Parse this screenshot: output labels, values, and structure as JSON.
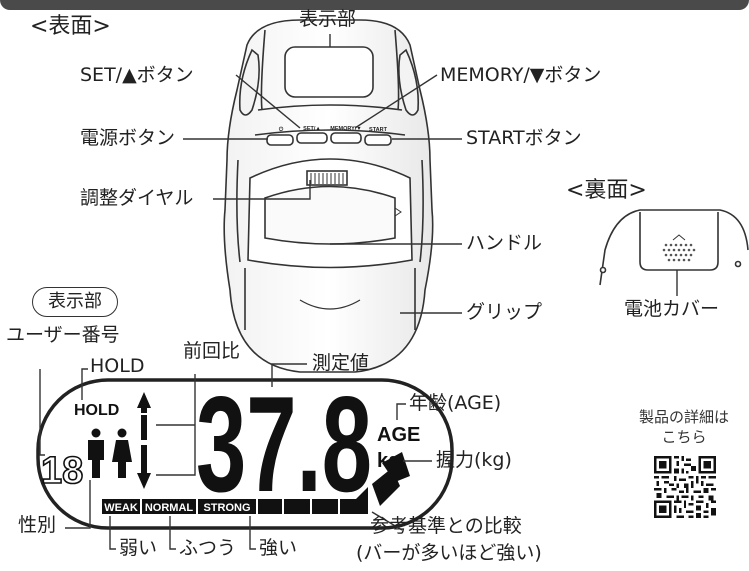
{
  "sections": {
    "front": "<表面>",
    "back": "<裏面>"
  },
  "labels": {
    "display": "表示部",
    "set_button": "SET/▲ボタン",
    "memory_button": "MEMORY/▼ボタン",
    "power_button": "電源ボタン",
    "start_button": "STARTボタン",
    "dial": "調整ダイヤル",
    "handle": "ハンドル",
    "grip": "グリップ",
    "battery_cover": "電池カバー",
    "display_badge": "表示部",
    "user_number": "ユーザー番号",
    "hold": "HOLD",
    "previous_ratio": "前回比",
    "measured_value": "測定値",
    "age": "年齢(AGE)",
    "grip_strength": "握力(kg)",
    "gender": "性別",
    "reference_line1": "参考基準との比較",
    "reference_line2": "(バーが多いほど強い)",
    "weak": "弱い",
    "normal": "ふつう",
    "strong": "強い"
  },
  "device_buttons": {
    "power_symbol": "⏻",
    "set": "SET/▲",
    "memory": "MEMORY/▼",
    "start": "START"
  },
  "lcd": {
    "hold": "HOLD",
    "user_digits": "18",
    "value_digits": "37.8",
    "age": "AGE",
    "unit": "kg",
    "weak": "WEAK",
    "normal": "NORMAL",
    "strong": "STRONG"
  },
  "qr": {
    "line1": "製品の詳細は",
    "line2": "こちら"
  }
}
